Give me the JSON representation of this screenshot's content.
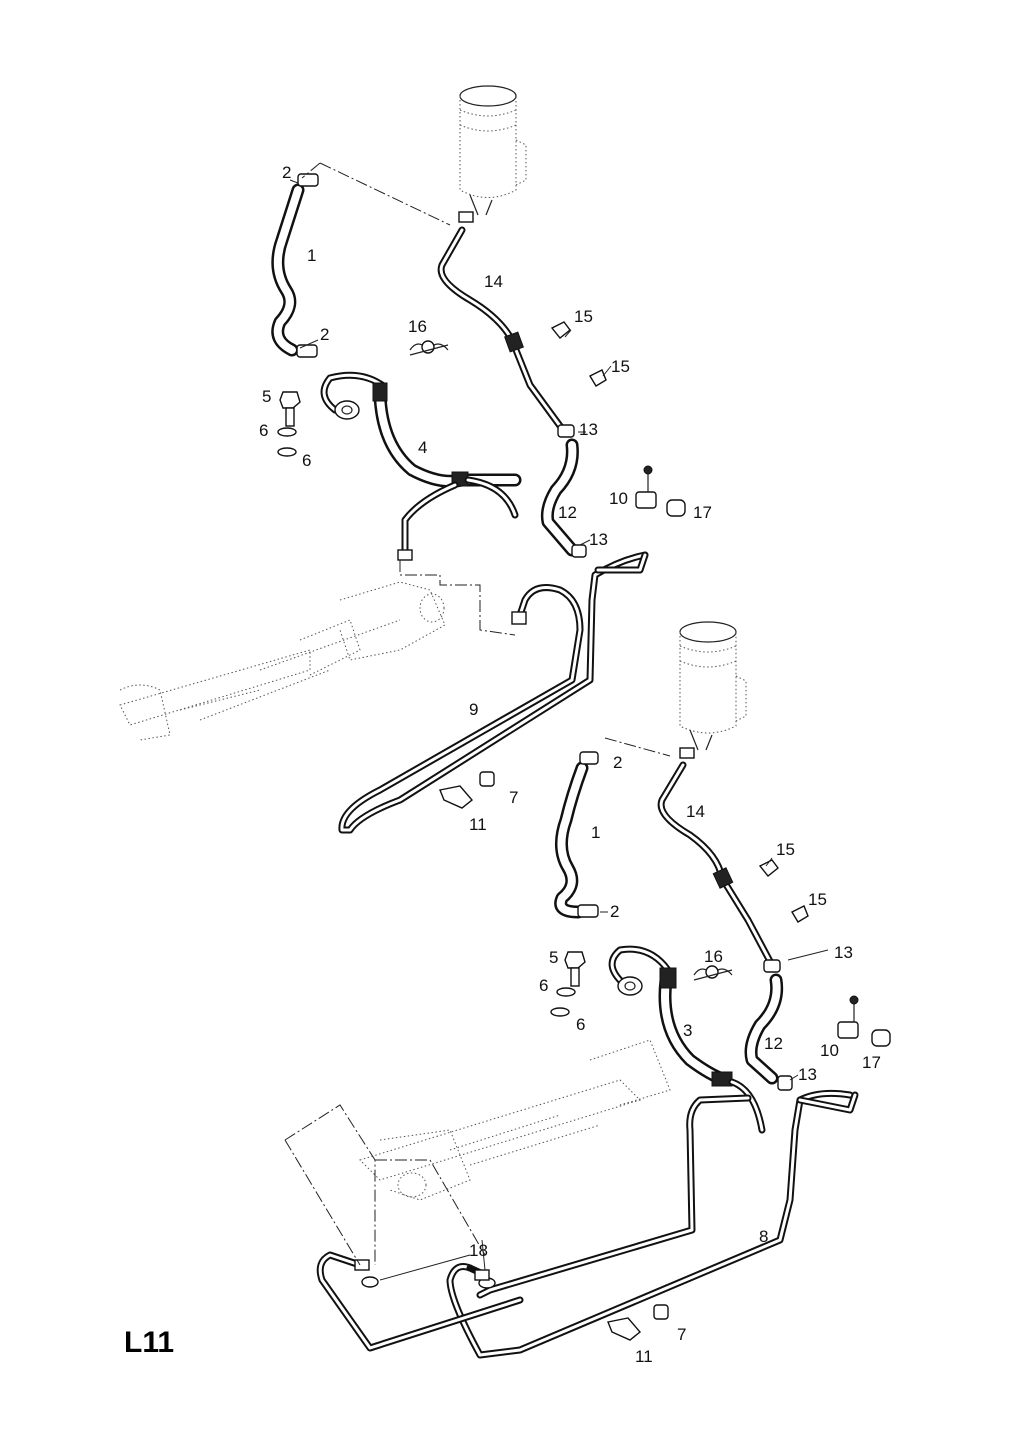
{
  "diagram": {
    "code": "L11",
    "callouts_upper": {
      "c1": "1",
      "c2a": "2",
      "c2b": "2",
      "c4": "4",
      "c5": "5",
      "c6a": "6",
      "c6b": "6",
      "c9": "9",
      "c10": "10",
      "c11": "11",
      "c7": "7",
      "c12": "12",
      "c13a": "13",
      "c13b": "13",
      "c14": "14",
      "c15a": "15",
      "c15b": "15",
      "c16": "16",
      "c17": "17"
    },
    "callouts_lower": {
      "c1": "1",
      "c2a": "2",
      "c2b": "2",
      "c3": "3",
      "c5": "5",
      "c6a": "6",
      "c6b": "6",
      "c7": "7",
      "c8": "8",
      "c10": "10",
      "c11": "11",
      "c12": "12",
      "c13a": "13",
      "c13b": "13",
      "c14": "14",
      "c15a": "15",
      "c15b": "15",
      "c16": "16",
      "c17": "17",
      "c18": "18"
    }
  }
}
